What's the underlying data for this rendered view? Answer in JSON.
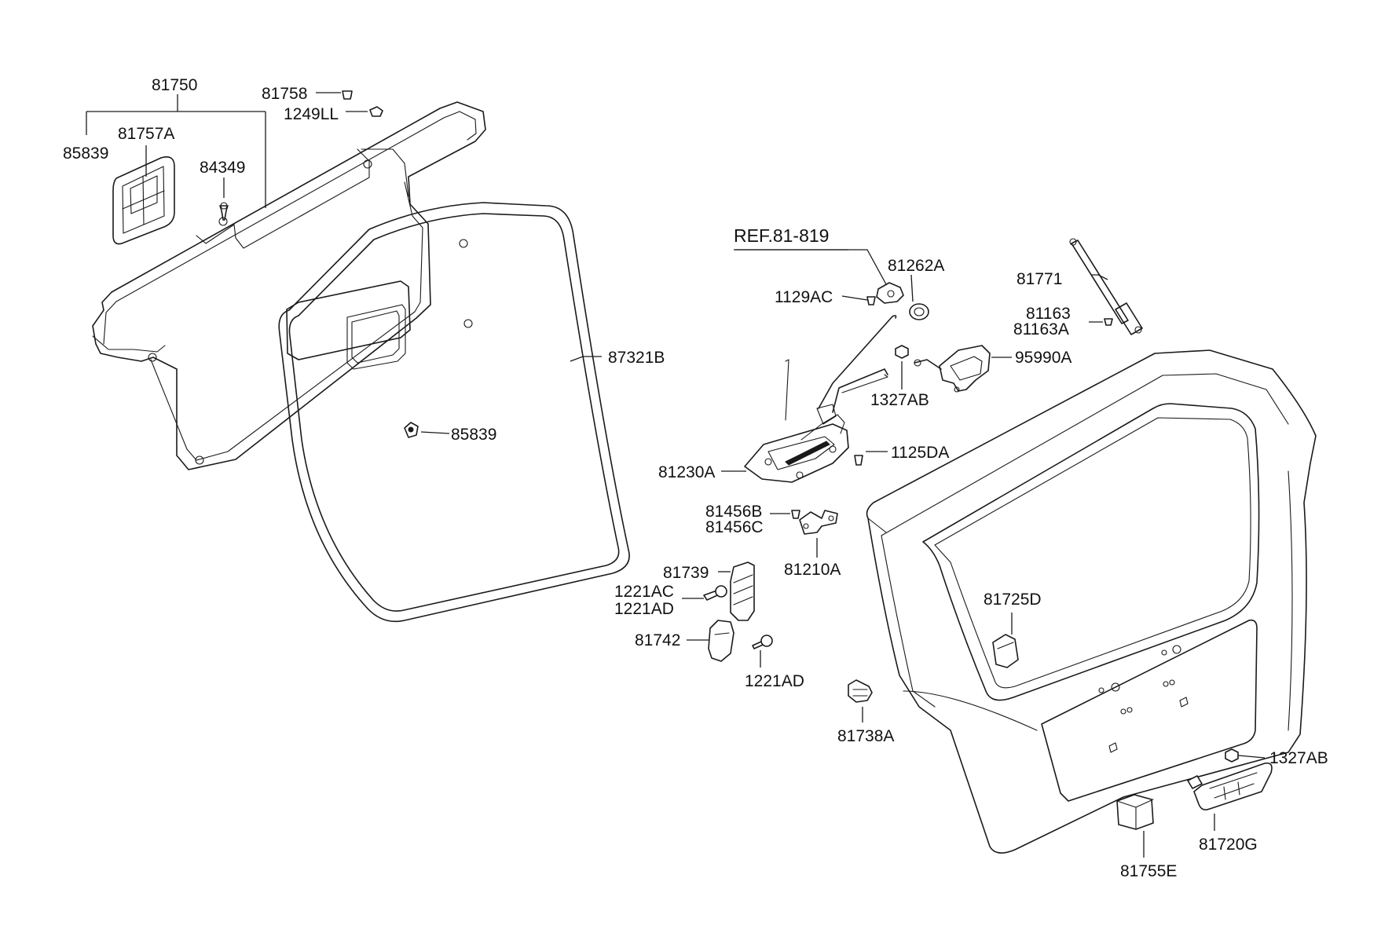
{
  "labels": {
    "p81750": "81750",
    "p85839_top": "85839",
    "p81757A": "81757A",
    "p84349": "84349",
    "p81758": "81758",
    "p1249LL": "1249LL",
    "p87321B": "87321B",
    "p85839_mid": "85839",
    "ref": "REF.81-819",
    "p81262A": "81262A",
    "p1129AC": "1129AC",
    "p81771": "81771",
    "p81163": "81163",
    "p81163A": "81163A",
    "p95990A": "95990A",
    "p1327AB_top": "1327AB",
    "p1125DA": "1125DA",
    "p81230A": "81230A",
    "p81456B": "81456B",
    "p81456C": "81456C",
    "p81210A": "81210A",
    "p81739": "81739",
    "p1221AC": "1221AC",
    "p1221AD_a": "1221AD",
    "p81742": "81742",
    "p1221AD_b": "1221AD",
    "p81725D": "81725D",
    "p81738A": "81738A",
    "p1327AB_bot": "1327AB",
    "p81720G": "81720G",
    "p81755E": "81755E"
  }
}
